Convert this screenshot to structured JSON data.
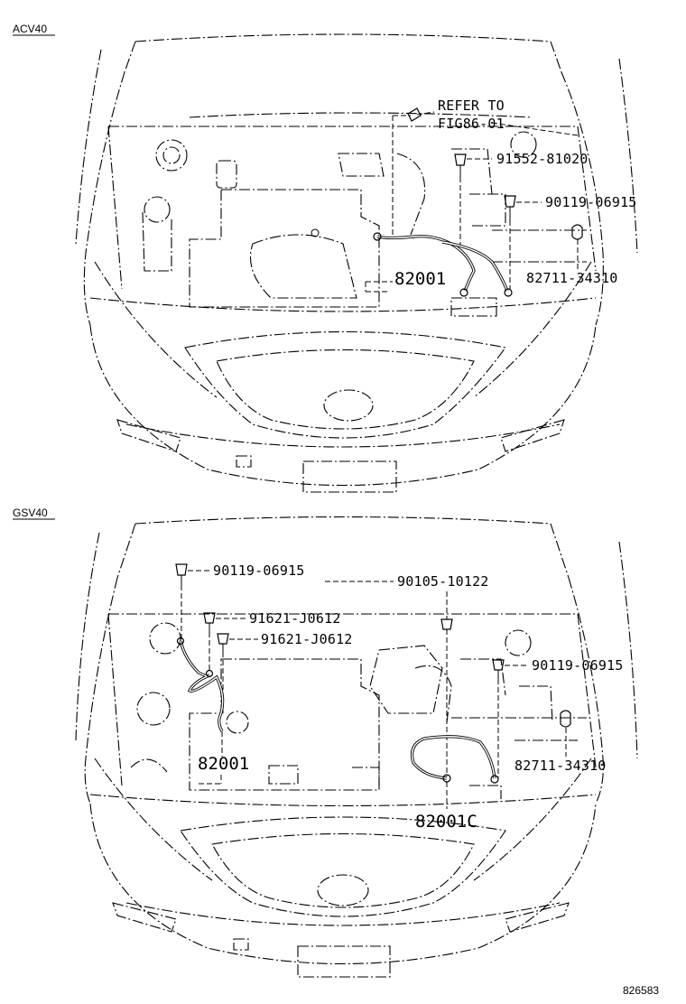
{
  "sections": [
    {
      "title": "ACV40",
      "refer_label": [
        "REFER TO",
        "FIG86-01"
      ],
      "parts": [
        "91552-81020",
        "90119-06915",
        "82001",
        "82711-34310"
      ]
    },
    {
      "title": "GSV40",
      "parts": [
        "90119-06915",
        "90105-10122",
        "91621-J0612",
        "91621-J0612",
        "90119-06915",
        "82001",
        "82711-34310",
        "82001C"
      ]
    }
  ],
  "drawing_code": "826583"
}
